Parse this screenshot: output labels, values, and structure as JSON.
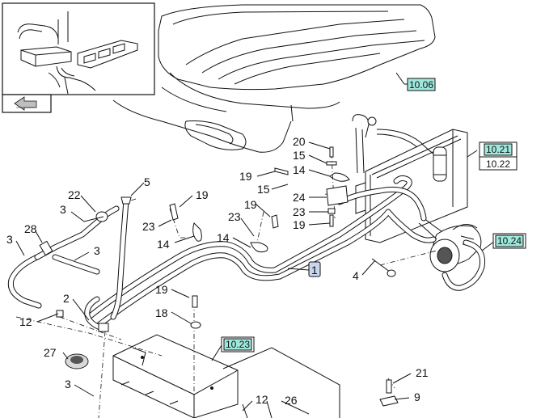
{
  "callouts": {
    "c20": "20",
    "c15a": "15",
    "c14a": "14",
    "c19a": "19",
    "c15b": "15",
    "c24": "24",
    "c23a": "23",
    "c19b": "19",
    "c5": "5",
    "c22": "22",
    "c3a": "3",
    "c19c": "19",
    "c19d": "19",
    "c23b": "23",
    "c23c": "23",
    "c14b": "14",
    "c14c": "14",
    "c28": "28",
    "c3b": "3",
    "c3c": "3",
    "c1": "1",
    "c4": "4",
    "c2": "2",
    "c12a": "12",
    "c19e": "19",
    "c18": "18",
    "c27": "27",
    "c3d": "3",
    "c21": "21",
    "c9": "9",
    "c12b": "12",
    "c26": "26"
  },
  "refs": {
    "r1006": "10.06",
    "r1021": "10.21",
    "r1022": "10.22",
    "r1024": "10.24",
    "r1023": "10.23"
  }
}
